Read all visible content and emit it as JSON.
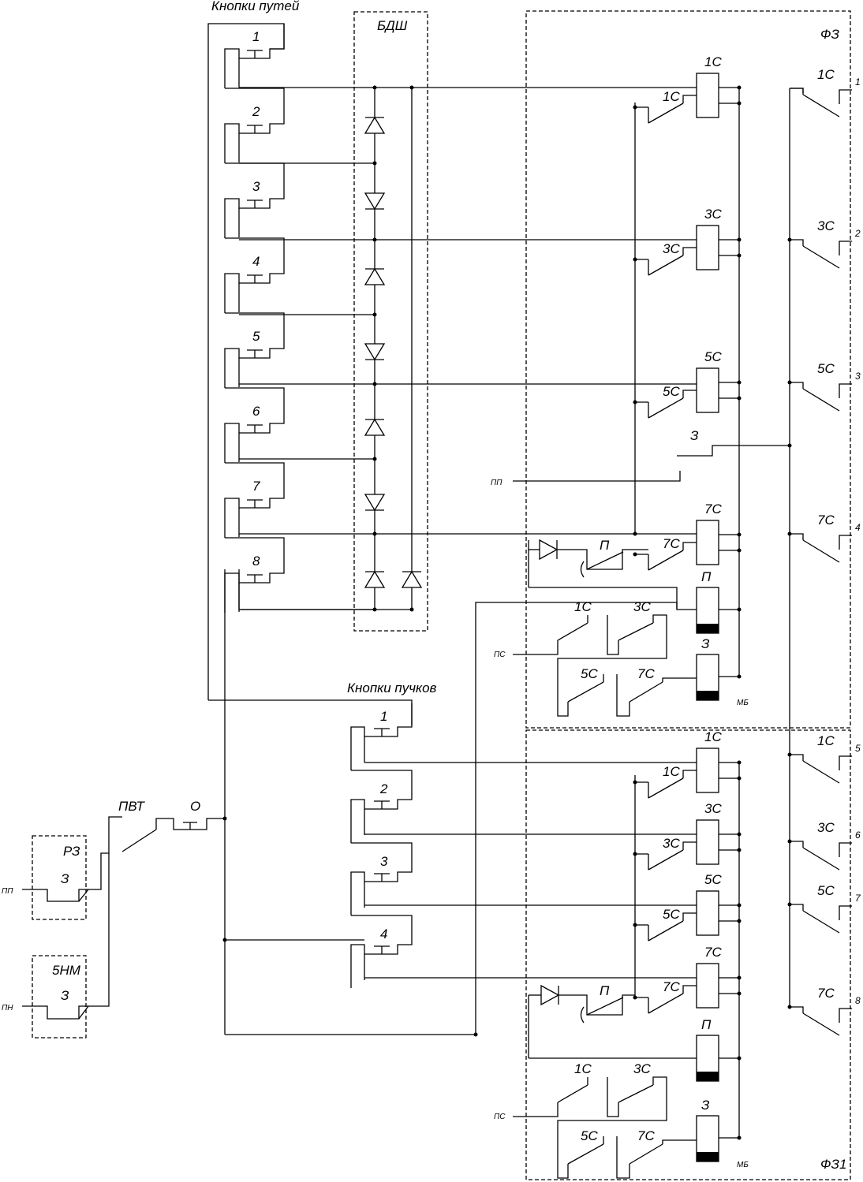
{
  "labels": {
    "route_buttons_title": "Кнопки путей",
    "bundle_buttons_title": "Кнопки пучков",
    "diode_block": "БДШ",
    "block_fz": "ФЗ",
    "block_fz1": "ФЗ1",
    "block_rz": "РЗ",
    "block_5nm": "5НМ",
    "pvt": "ПВТ",
    "o": "О",
    "pp_left": "ПП",
    "pn_left": "ПН",
    "pp_mid": "ПП",
    "ps_top": "ПС",
    "ps_bot": "ПС",
    "mb_top": "МБ",
    "mb_bot": "МБ",
    "z": "З",
    "p": "П"
  },
  "route_buttons": [
    "1",
    "2",
    "3",
    "4",
    "5",
    "6",
    "7",
    "8"
  ],
  "bundle_buttons": [
    "1",
    "2",
    "3",
    "4"
  ],
  "relays": [
    "1С",
    "3С",
    "5С",
    "7С"
  ],
  "outputs": [
    "1",
    "2",
    "3",
    "4",
    "5",
    "6",
    "7",
    "8"
  ]
}
